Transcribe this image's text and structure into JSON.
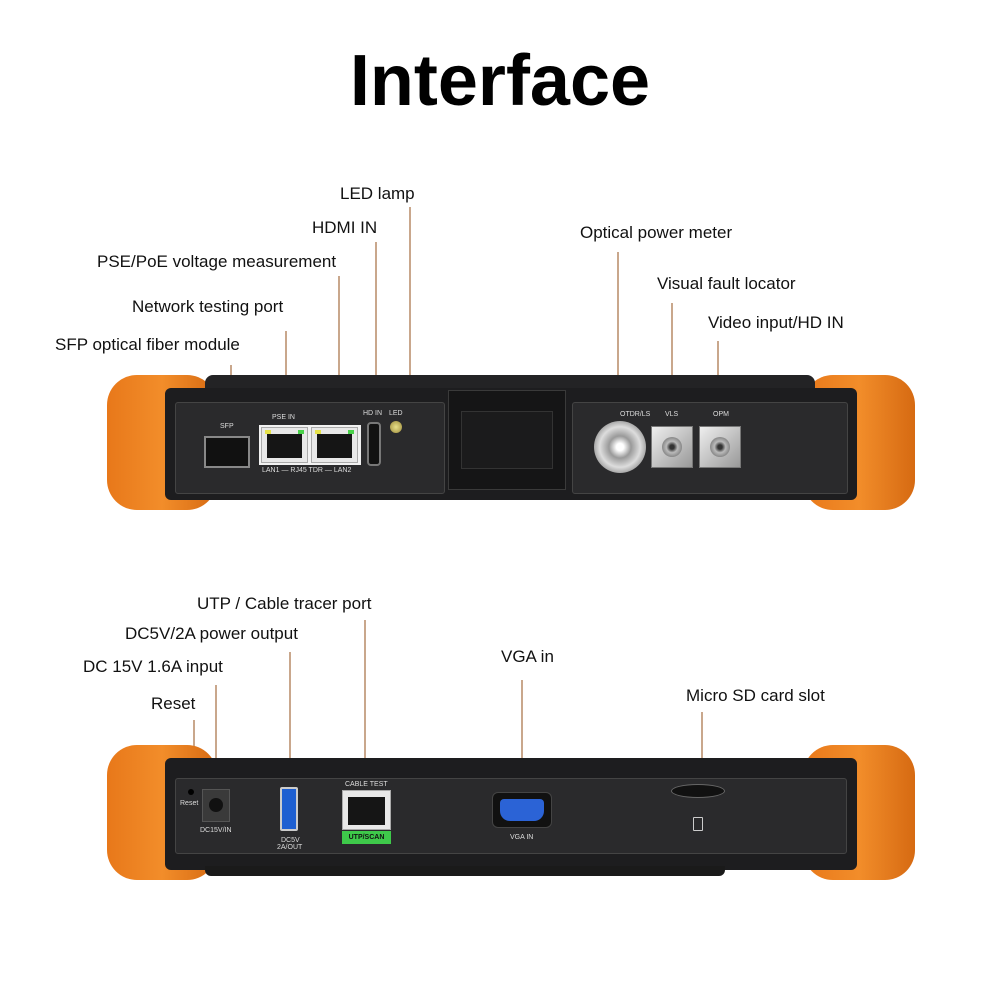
{
  "title": "Interface",
  "top_labels": {
    "led_lamp": "LED lamp",
    "hdmi_in": "HDMI IN",
    "pse_poe": "PSE/PoE voltage measurement",
    "network_port": "Network testing port",
    "sfp": "SFP optical fiber module",
    "optical_power_meter": "Optical power meter",
    "visual_fault_locator": "Visual fault locator",
    "video_input": "Video input/HD IN"
  },
  "top_device": {
    "sfp": "SFP",
    "pse_in": "PSE IN",
    "hd_in": "HD IN",
    "led": "LED",
    "lan": "LAN1 — RJ45 TDR — LAN2",
    "otdr": "OTDR/LS",
    "vls": "VLS",
    "opm": "OPM"
  },
  "bottom_labels": {
    "utp": "UTP / Cable tracer port",
    "dc5v": "DC5V/2A power output",
    "dc15v": "DC 15V 1.6A input",
    "reset": "Reset",
    "vga": "VGA in",
    "microsd": "Micro SD card slot"
  },
  "bottom_device": {
    "reset": "Reset",
    "dc15v": "DC15V/IN",
    "dc5v": "DC5V",
    "dc5v_out": "2A/OUT",
    "cable_test": "CABLE TEST",
    "utp_scan": "UTP/SCAN",
    "vga_in": "VGA IN"
  },
  "colors": {
    "bumper": "#f28d2a",
    "utp_badge": "#3ec94a"
  }
}
